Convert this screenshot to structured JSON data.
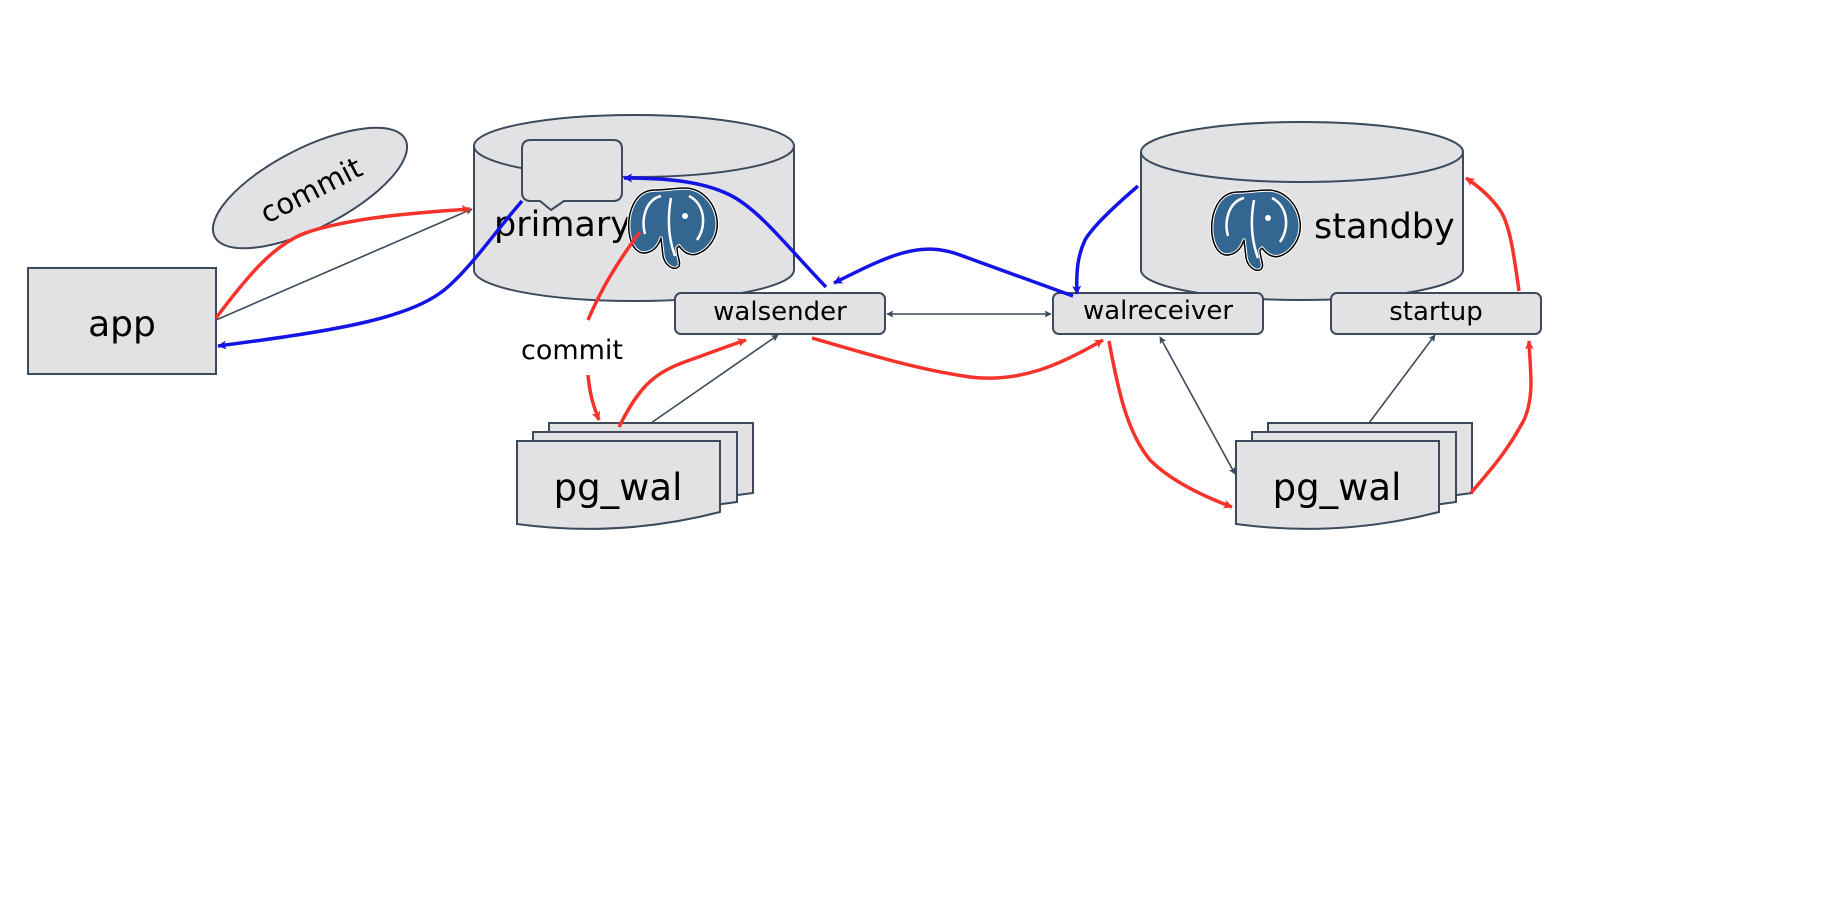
{
  "labels": {
    "app": "app",
    "primary": "primary",
    "standby": "standby",
    "walsender": "walsender",
    "walreceiver": "walreceiver",
    "startup": "startup",
    "pg_wal_primary": "pg_wal",
    "pg_wal_standby": "pg_wal",
    "commit_ellipse": "commit",
    "commit_label": "commit"
  },
  "colors": {
    "box_fill": "#e2e2e4",
    "box_stroke": "#3d4a5c",
    "red_arrow": "#f5332a",
    "blue_arrow": "#1414e6",
    "connector": "#3d4a5c",
    "elephant": "#336791"
  },
  "icons": [
    "postgresql-elephant-icon",
    "speech-bubble-icon"
  ]
}
